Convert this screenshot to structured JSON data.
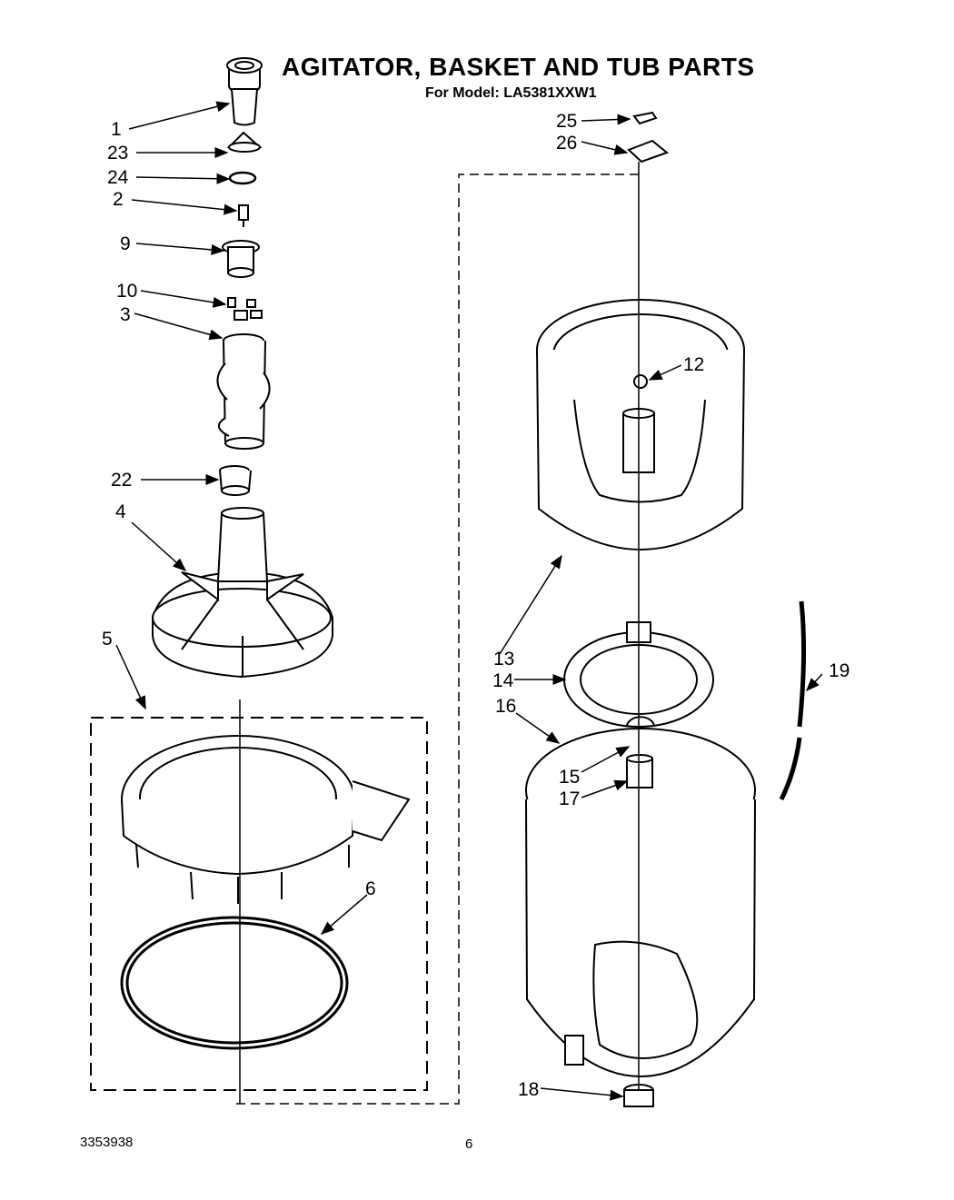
{
  "header": {
    "title": "AGITATOR, BASKET AND TUB PARTS",
    "subtitle": "For Model: LA5381XXW1"
  },
  "footer": {
    "doc_number": "3353938",
    "page_number": "6"
  },
  "callouts": {
    "c1": "1",
    "c23": "23",
    "c24": "24",
    "c2": "2",
    "c9": "9",
    "c10": "10",
    "c3": "3",
    "c22": "22",
    "c4": "4",
    "c5": "5",
    "c6": "6",
    "c25": "25",
    "c26": "26",
    "c12": "12",
    "c13": "13",
    "c14": "14",
    "c16": "16",
    "c15": "15",
    "c17": "17",
    "c19": "19",
    "c18": "18"
  }
}
